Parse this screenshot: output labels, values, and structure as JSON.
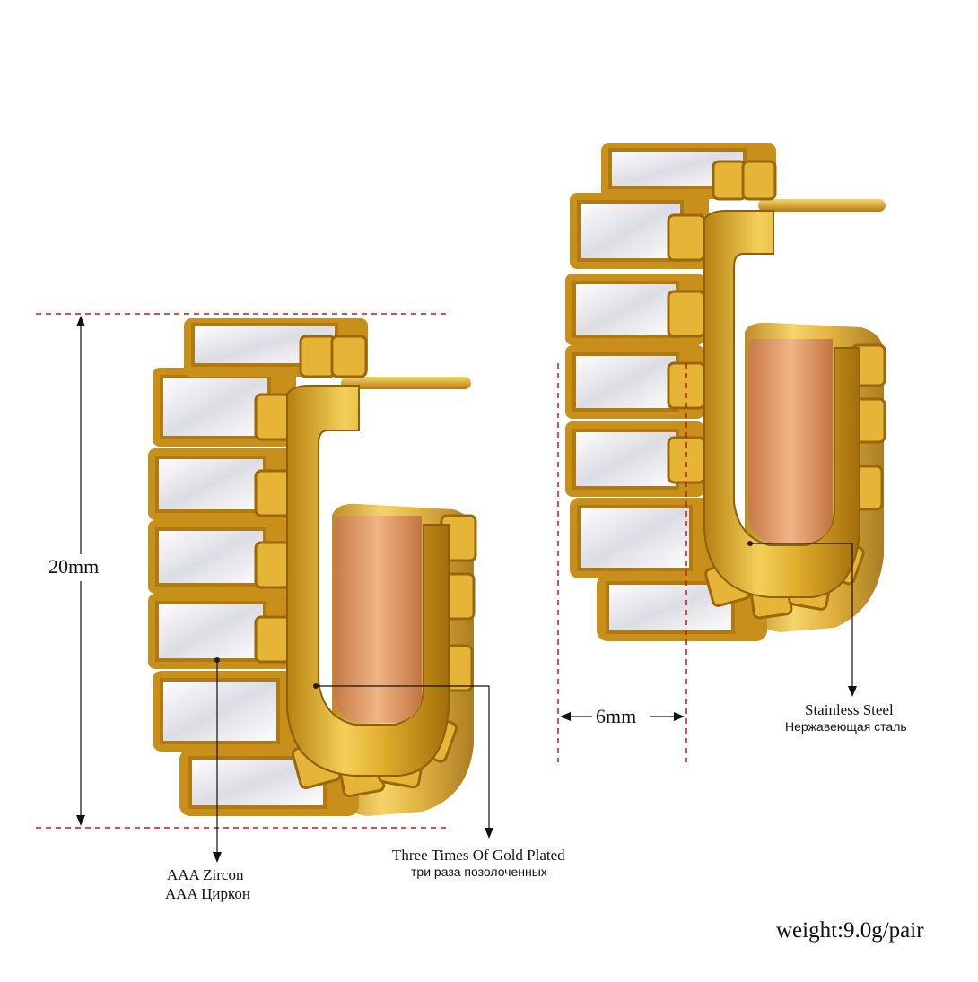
{
  "dimensions": {
    "height": "20mm",
    "width": "6mm"
  },
  "callouts": {
    "zircon": {
      "en": "AAA Zircon",
      "ru": "AAA Циркон"
    },
    "gold": {
      "en": "Three Times Of Gold Plated",
      "ru": "три раза позолоченных"
    },
    "steel": {
      "en": "Stainless Steel",
      "ru": "Нержавеющая сталь"
    }
  },
  "weight": "weight:9.0g/pair",
  "colors": {
    "gold": "#d9a521",
    "gold_dark": "#a8730c",
    "gold_light": "#f6d66a",
    "rose_inner": "#e8a06e",
    "stone": "#f2f2f6",
    "dimension_guide": "#d41414"
  }
}
